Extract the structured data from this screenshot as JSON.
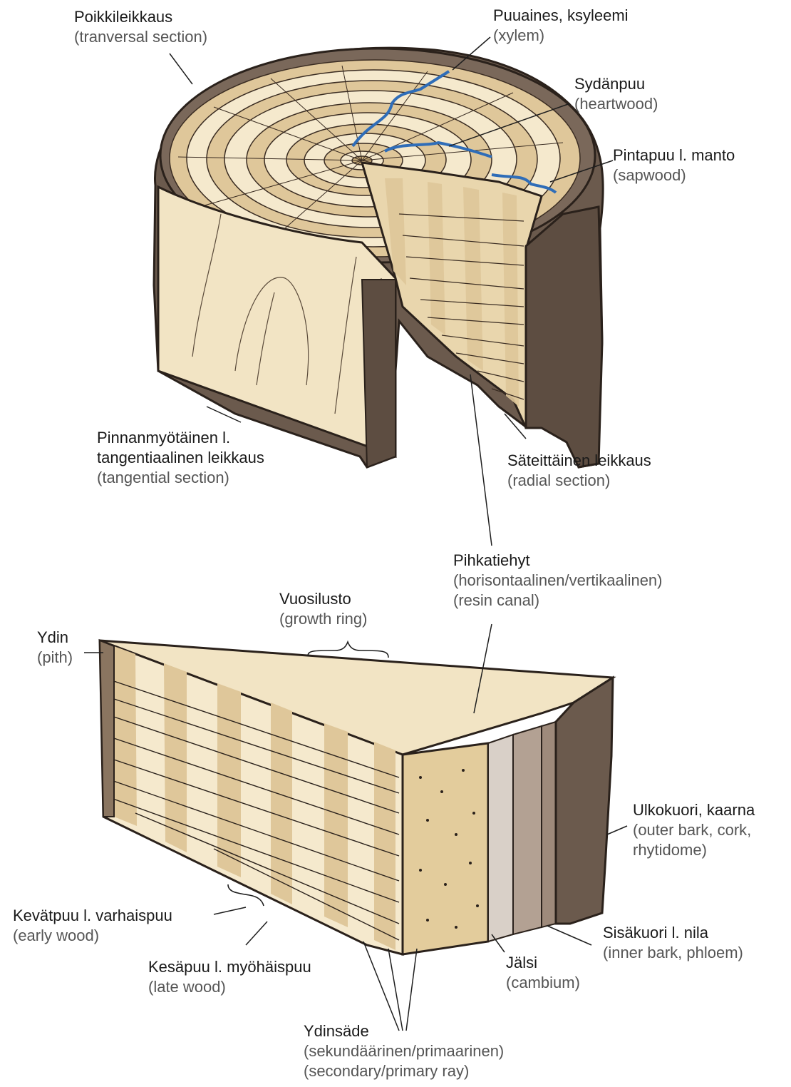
{
  "colors": {
    "bark": "#6b5a4d",
    "bark_dark": "#3b2e25",
    "early_wood": "#f5e9cd",
    "late_wood": "#dfc79a",
    "xylem_line": "#2f6db8",
    "inner_bark": "#b3a193",
    "cambium": "#d9d0c8"
  },
  "labels": {
    "poikkileikkaus": {
      "title": "Poikkileikkaus",
      "sub": "(tranversal section)"
    },
    "xylem": {
      "title": "Puuaines, ksyleemi",
      "sub": "(xylem)"
    },
    "heartwood": {
      "title": "Sydänpuu",
      "sub": "(heartwood)"
    },
    "sapwood": {
      "title": "Pintapuu l. manto",
      "sub": "(sapwood)"
    },
    "tangential": {
      "title1": "Pinnanmyötäinen l.",
      "title2": "tangentiaalinen leikkaus",
      "sub": "(tangential section)"
    },
    "radial": {
      "title": "Säteittäinen leikkaus",
      "sub": "(radial section)"
    },
    "resin": {
      "title": "Pihkatiehyt",
      "sub1": "(horisontaalinen/vertikaalinen)",
      "sub2": "(resin canal)"
    },
    "growth_ring": {
      "title": "Vuosilusto",
      "sub": "(growth ring)"
    },
    "pith": {
      "title": "Ydin",
      "sub": "(pith)"
    },
    "outer_bark": {
      "title": "Ulkokuori, kaarna",
      "sub1": "(outer bark, cork,",
      "sub2": "rhytidome)"
    },
    "early_wood": {
      "title": "Kevätpuu l. varhaispuu",
      "sub": "(early wood)"
    },
    "inner_bark": {
      "title": "Sisäkuori l. nila",
      "sub": "(inner bark, phloem)"
    },
    "late_wood": {
      "title": "Kesäpuu l. myöhäispuu",
      "sub": "(late wood)"
    },
    "cambium": {
      "title": "Jälsi",
      "sub": "(cambium)"
    },
    "ray": {
      "title": "Ydinsäde",
      "sub1": "(sekundäärinen/primaarinen)",
      "sub2": "(secondary/primary ray)"
    }
  }
}
